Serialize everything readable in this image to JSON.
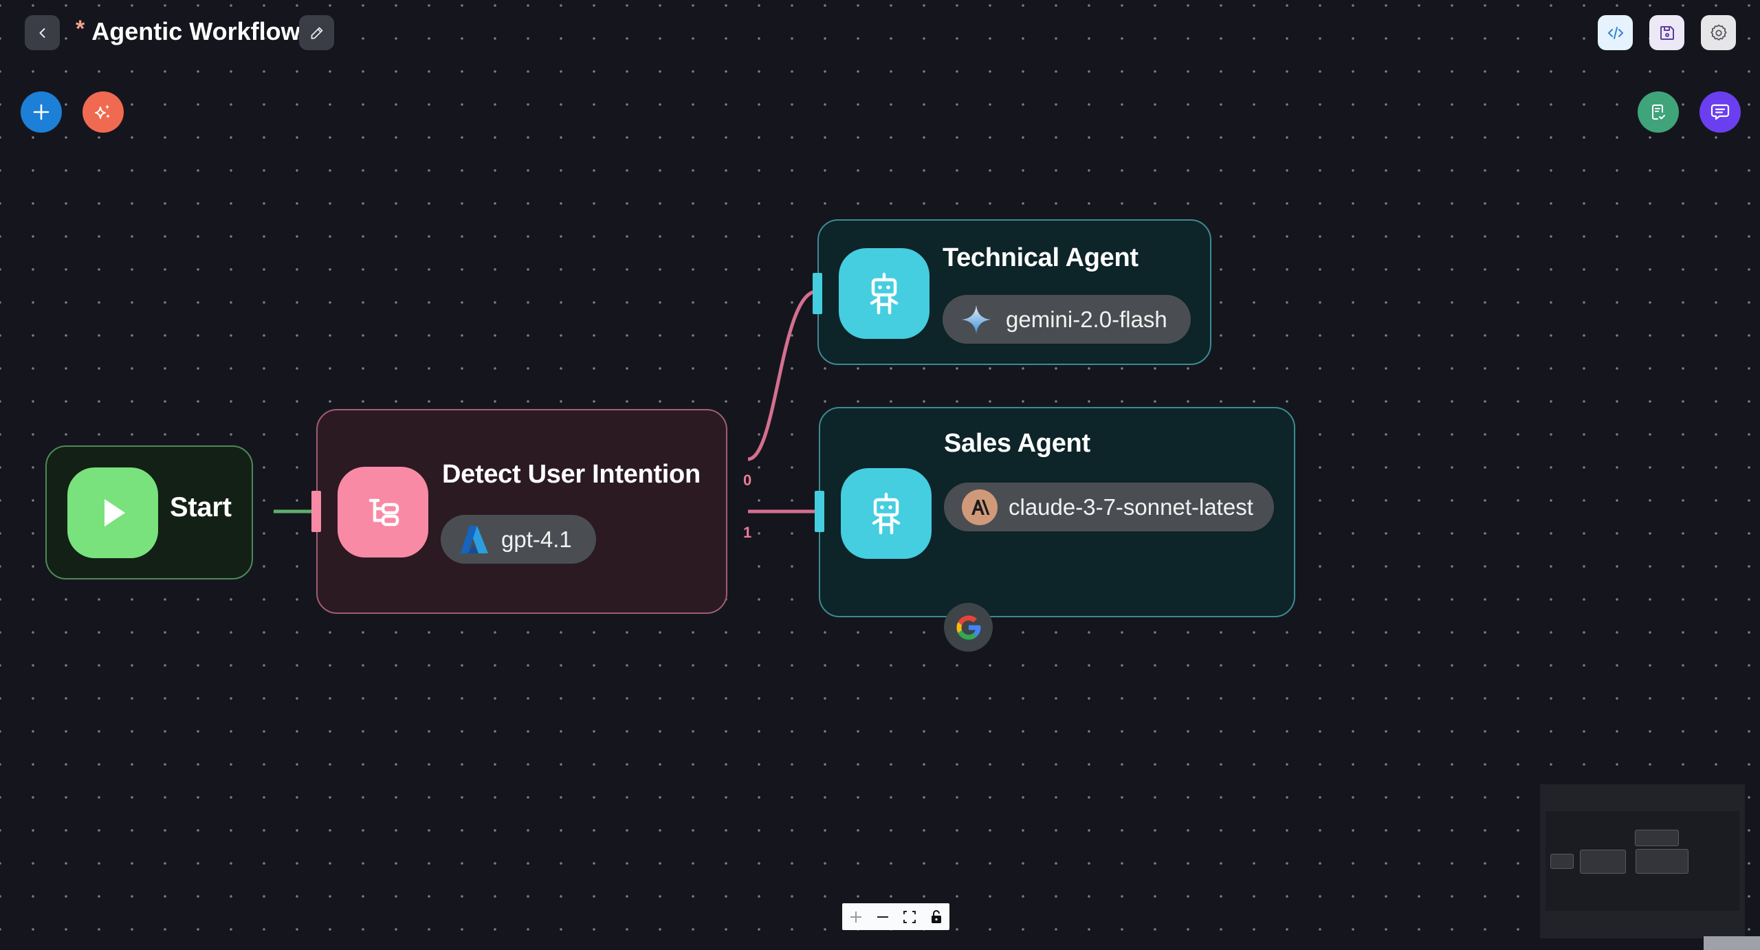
{
  "header": {
    "unsaved_marker": "*",
    "title": "Agentic Workflow",
    "back_icon": "chevron-left-icon",
    "edit_icon": "pencil-icon",
    "actions": [
      {
        "name": "code-view",
        "icon": "code-icon",
        "bg": "#e6f2fd",
        "color": "#2f84d6"
      },
      {
        "name": "save",
        "icon": "save-icon",
        "bg": "#ede8f6",
        "color": "#5b3d9e"
      },
      {
        "name": "settings",
        "icon": "gear-icon",
        "bg": "#e6e6e9",
        "color": "#55565c"
      }
    ]
  },
  "fabs": {
    "left": [
      {
        "name": "add-node",
        "icon": "plus-icon",
        "color": "#1c7fd8"
      },
      {
        "name": "ai-generate",
        "icon": "sparkles-icon",
        "color": "#f06a52"
      }
    ],
    "right": [
      {
        "name": "validate",
        "icon": "checklist-icon",
        "color": "#3fa47a"
      },
      {
        "name": "chat",
        "icon": "chat-icon",
        "color": "#6a3ff0"
      }
    ]
  },
  "nodes": {
    "start": {
      "label": "Start",
      "icon": "play-icon",
      "accent": "#79e27c"
    },
    "detect": {
      "label": "Detect User Intention",
      "icon": "branch-icon",
      "accent": "#f98aa6",
      "model": "gpt-4.1",
      "provider_icon": "azure-icon",
      "outputs": [
        "0",
        "1"
      ]
    },
    "technical": {
      "label": "Technical Agent",
      "icon": "robot-icon",
      "accent": "#45cde0",
      "model": "gemini-2.0-flash",
      "provider_icon": "gemini-icon"
    },
    "sales": {
      "label": "Sales Agent",
      "icon": "robot-icon",
      "accent": "#45cde0",
      "model": "claude-3-7-sonnet-latest",
      "provider_icon": "anthropic-icon",
      "tool_icon": "google-icon"
    }
  },
  "edges": [
    {
      "from": "start",
      "to": "detect"
    },
    {
      "from": "detect",
      "output": "0",
      "to": "technical"
    },
    {
      "from": "detect",
      "output": "1",
      "to": "sales"
    }
  ],
  "controls": [
    {
      "name": "zoom-in",
      "icon": "plus-icon"
    },
    {
      "name": "zoom-out",
      "icon": "minus-icon"
    },
    {
      "name": "fit-view",
      "icon": "fit-view-icon"
    },
    {
      "name": "lock",
      "icon": "unlock-icon"
    }
  ]
}
